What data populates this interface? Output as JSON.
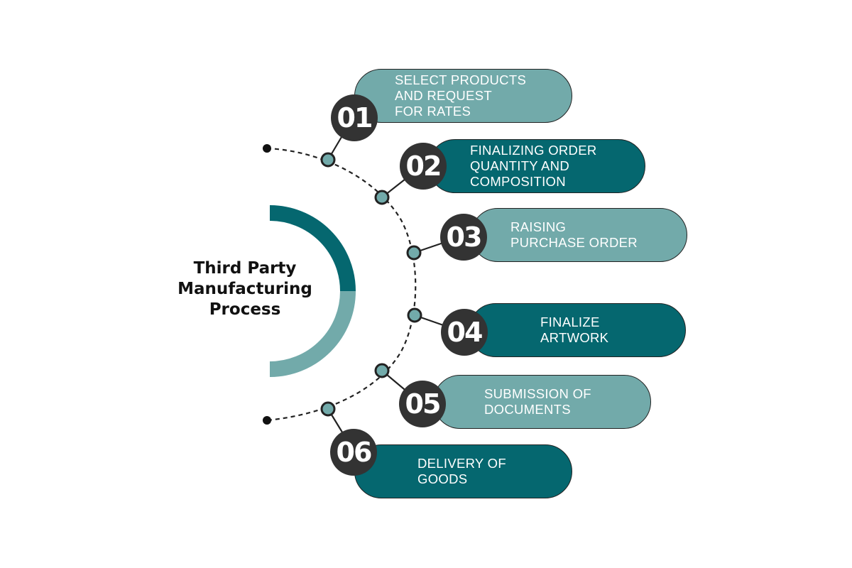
{
  "title": [
    "Third Party",
    "Manufacturing",
    "Process"
  ],
  "colors": {
    "light": "#72aaaa",
    "dark": "#05676f",
    "badge": "#333333",
    "line": "#222222"
  },
  "steps": [
    {
      "number": "01",
      "lines": [
        "SELECT PRODUCTS",
        "AND REQUEST",
        "FOR RATES"
      ],
      "tone": "light"
    },
    {
      "number": "02",
      "lines": [
        "FINALIZING ORDER",
        "QUANTITY AND",
        "COMPOSITION"
      ],
      "tone": "dark"
    },
    {
      "number": "03",
      "lines": [
        "RAISING",
        "PURCHASE ORDER"
      ],
      "tone": "light"
    },
    {
      "number": "04",
      "lines": [
        "FINALIZE",
        "ARTWORK"
      ],
      "tone": "dark"
    },
    {
      "number": "05",
      "lines": [
        "SUBMISSION OF",
        "DOCUMENTS"
      ],
      "tone": "light"
    },
    {
      "number": "06",
      "lines": [
        "DELIVERY OF",
        "GOODS"
      ],
      "tone": "dark"
    }
  ]
}
